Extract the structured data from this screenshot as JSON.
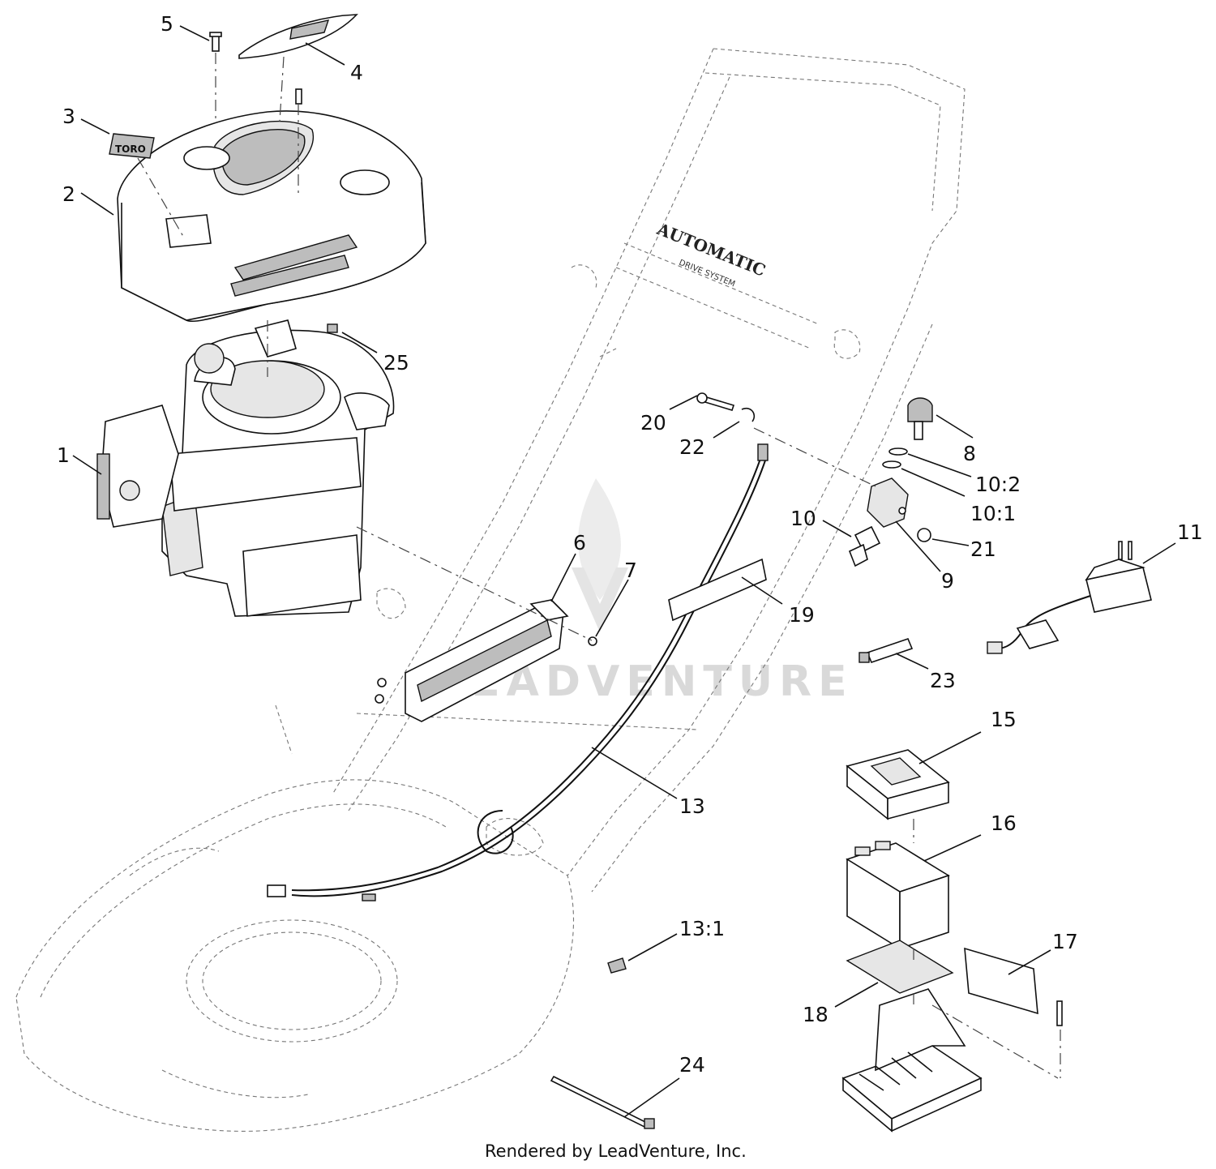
{
  "labels": {
    "1": "1",
    "2": "2",
    "3": "3",
    "4": "4",
    "5": "5",
    "6": "6",
    "7": "7",
    "8": "8",
    "9": "9",
    "10": "10",
    "10_1": "10:1",
    "10_2": "10:2",
    "11": "11",
    "13": "13",
    "13_1": "13:1",
    "15": "15",
    "16": "16",
    "17": "17",
    "18": "18",
    "19": "19",
    "20": "20",
    "21": "21",
    "22": "22",
    "23": "23",
    "24": "24",
    "25": "25"
  },
  "decals": {
    "handle_brand": "AUTOMATIC",
    "handle_sub": "DRIVE SYSTEM",
    "cover_badge": "TORO"
  },
  "watermark": "LEADVENTURE",
  "credit": "Rendered by LeadVenture, Inc."
}
